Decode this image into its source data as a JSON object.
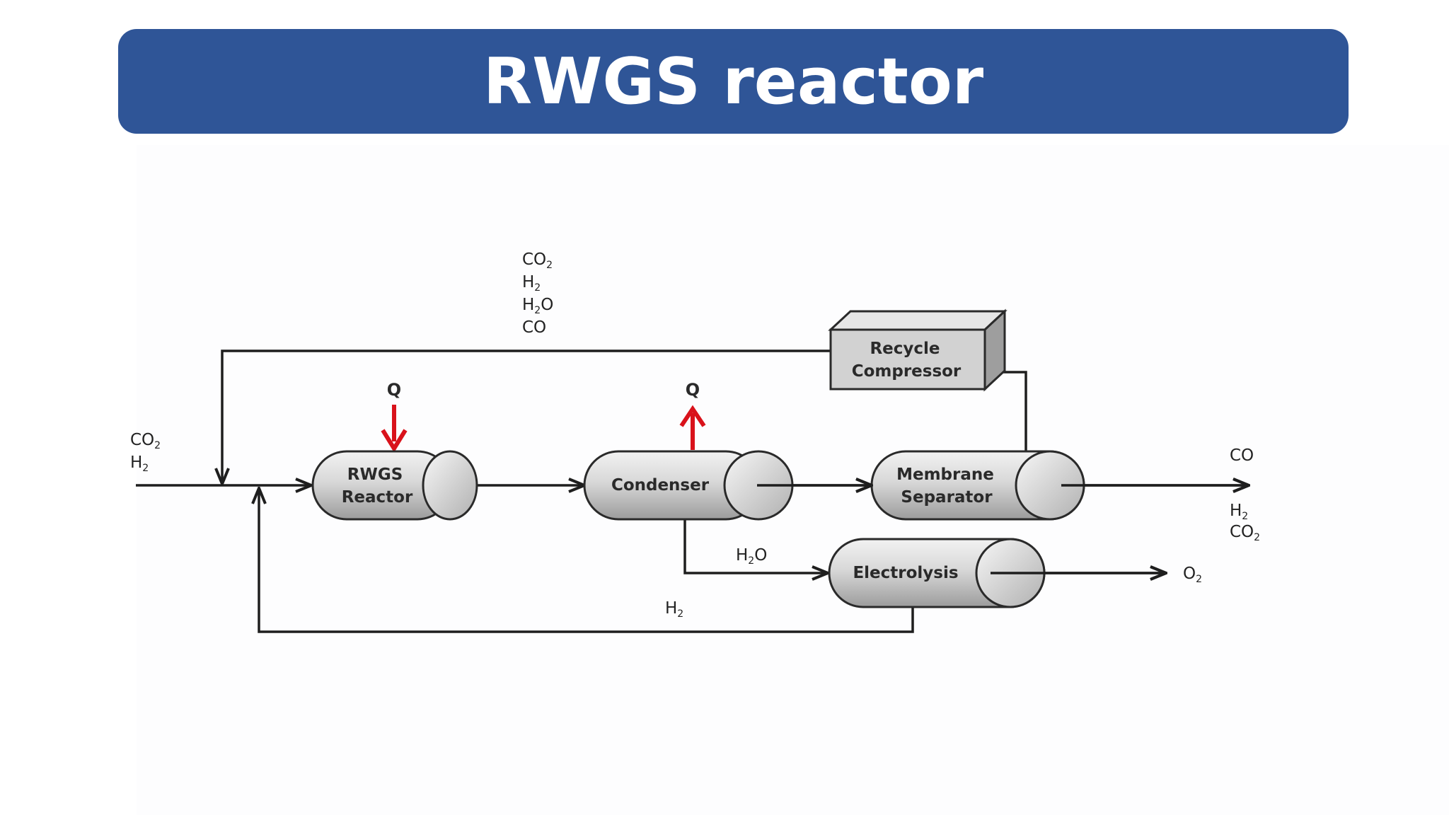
{
  "slide": {
    "title": "RWGS reactor"
  },
  "units": {
    "rwgs_reactor": {
      "line1": "RWGS",
      "line2": "Reactor"
    },
    "condenser": {
      "label": "Condenser"
    },
    "membrane_separator": {
      "line1": "Membrane",
      "line2": "Separator"
    },
    "electrolysis": {
      "label": "Electrolysis"
    },
    "recycle_compressor": {
      "line1": "Recycle",
      "line2": "Compressor"
    }
  },
  "streams": {
    "feed": {
      "line1_base": "CO",
      "line1_sub": "2",
      "line2_base": "H",
      "line2_sub": "2"
    },
    "recycle": [
      {
        "base": "CO",
        "sub": "2",
        "tail": ""
      },
      {
        "base": "H",
        "sub": "2",
        "tail": ""
      },
      {
        "base": "H",
        "sub": "2",
        "tail": "O"
      },
      {
        "base": "CO",
        "sub": "",
        "tail": ""
      }
    ],
    "product_top": "CO",
    "product_bottom": {
      "line1_base": "H",
      "line1_sub": "2",
      "line2_base": "CO",
      "line2_sub": "2"
    },
    "condensate": {
      "base": "H",
      "sub": "2",
      "tail": "O"
    },
    "oxygen": {
      "base": "O",
      "sub": "2"
    },
    "hydrogen_return": {
      "base": "H",
      "sub": "2"
    }
  },
  "heat": {
    "reactor_heat": "Q",
    "condenser_heat": "Q"
  },
  "colors": {
    "title_bg": "#2f5597",
    "heat_arrow": "#d9121b",
    "unit_fill": "#d4d4d4",
    "line": "#1e1e1e"
  }
}
